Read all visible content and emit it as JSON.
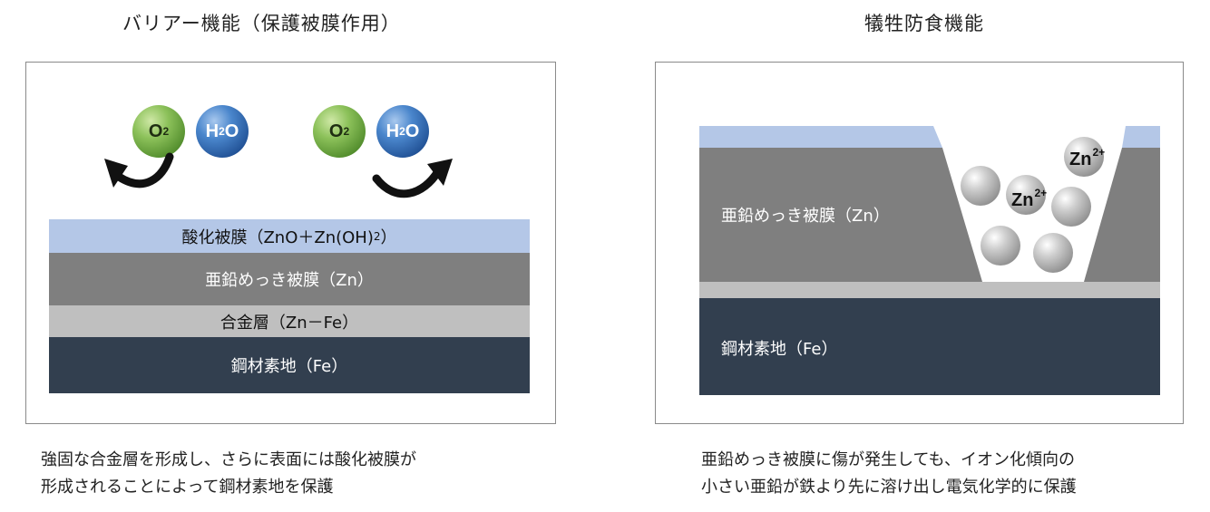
{
  "left": {
    "title": "バリアー機能（保護被膜作用）",
    "molecules": {
      "o2": "O",
      "o2_sub": "2",
      "h2o": "H",
      "h2o_sub": "2",
      "h2o_tail": "O"
    },
    "layers": {
      "oxide": "酸化被膜（ZnO＋Zn(OH)",
      "oxide_sub": "2",
      "oxide_tail": "）",
      "zinc": "亜鉛めっき被膜（Zn）",
      "alloy": "合金層（Zn－Fe）",
      "steel": "鋼材素地（Fe）"
    },
    "caption": [
      "強固な合金層を形成し、さらに表面には酸化被膜が",
      "形成されることによって鋼材素地を保護"
    ]
  },
  "right": {
    "title": "犠牲防食機能",
    "layers": {
      "zinc": "亜鉛めっき被膜（Zn）",
      "steel": "鋼材素地（Fe）"
    },
    "ions": {
      "symbol": "Zn",
      "charge": "2+"
    },
    "caption": [
      "亜鉛めっき被膜に傷が発生しても、イオン化傾向の",
      "小さい亜鉛が鉄より先に溶け出し電気化学的に保護"
    ]
  },
  "colors": {
    "oxide": "#b4c7e7",
    "zinc": "#7f7f7f",
    "alloy": "#bfbfbf",
    "steel": "#323f4f"
  }
}
